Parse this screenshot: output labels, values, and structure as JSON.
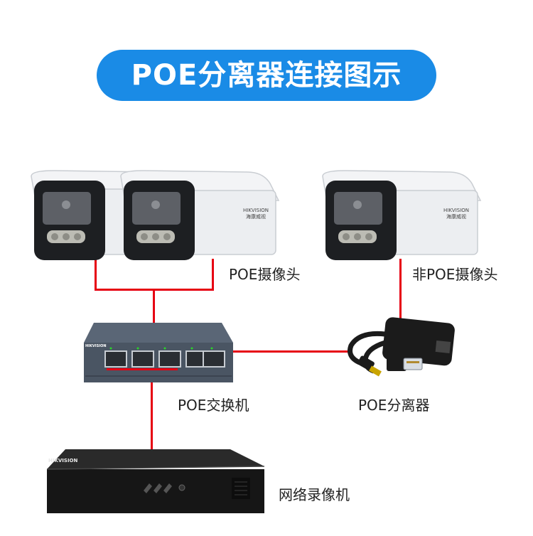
{
  "title": "POE分离器连接图示",
  "labels": {
    "poe_camera": "POE摄像头",
    "non_poe_camera": "非POE摄像头",
    "poe_switch": "POE交换机",
    "poe_splitter": "POE分离器",
    "nvr": "网络录像机"
  },
  "brand": {
    "camera": "HIKVISION",
    "camera_cn": "海康威视",
    "switch": "HIKVISION",
    "nvr": "HIKVISION"
  },
  "colors": {
    "banner": "#1a8be6",
    "wire": "#e60012",
    "switch_body": "#4a5563",
    "nvr_body": "#1c1c1c"
  }
}
